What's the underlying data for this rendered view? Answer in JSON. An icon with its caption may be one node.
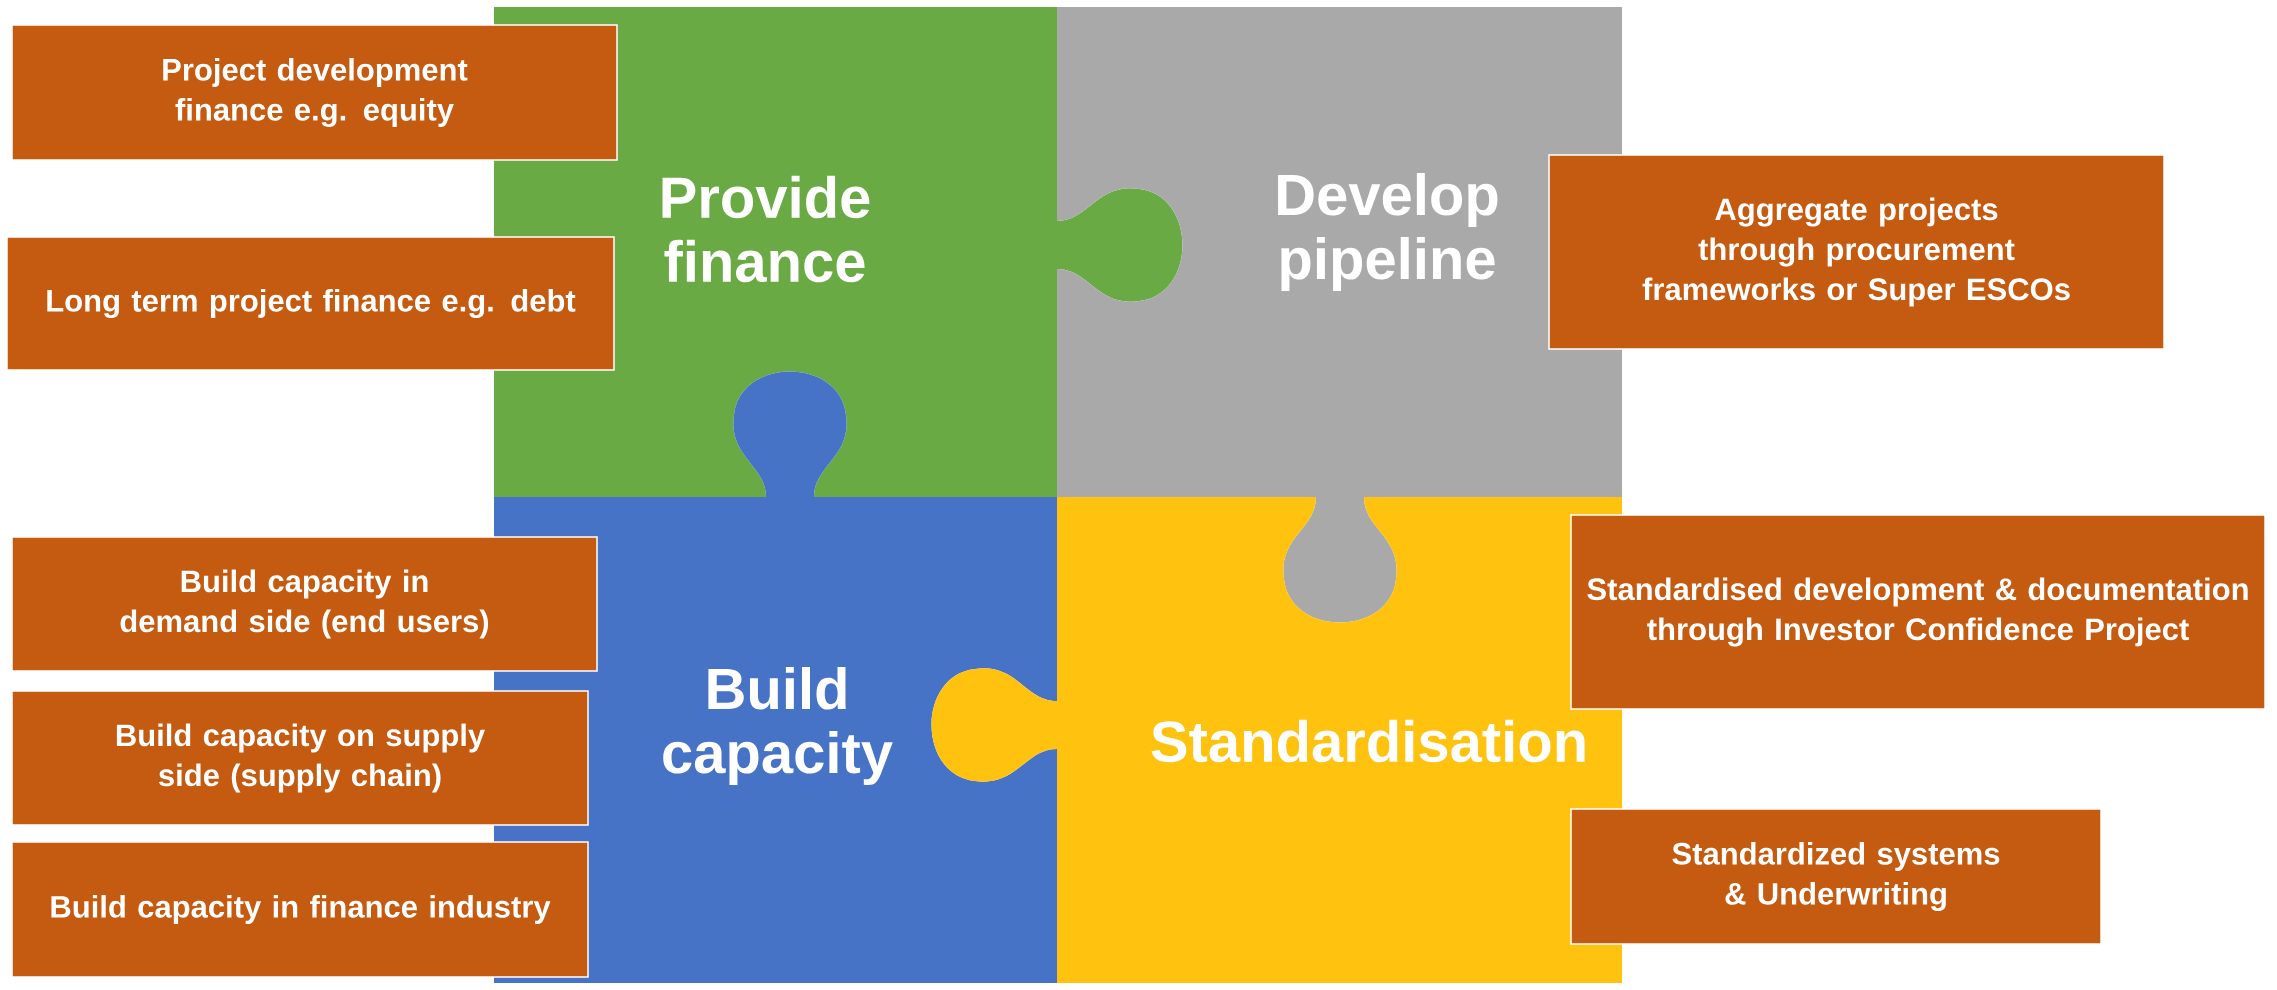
{
  "diagram": {
    "nodes": [
      {
        "text": [
          "Provide finance"
        ]
      },
      {
        "text": [
          "Develop pipeline"
        ]
      },
      {
        "text": [
          "Build capacity"
        ]
      },
      {
        "text": [
          "Standardisation"
        ]
      },
      {
        "text": [
          "Project development finance e.g. equity"
        ]
      },
      {
        "text": [
          "Long term project finance e.g. debt"
        ]
      },
      {
        "text": [
          "Aggregate projects through procurement frameworks or Super ESCOs"
        ]
      },
      {
        "text": [
          "Build capacity in demand side (end users)"
        ]
      },
      {
        "text": [
          "Build capacity on supply side (supply chain)"
        ]
      },
      {
        "text": [
          "Build capacity in finance industry"
        ]
      },
      {
        "text": [
          "Standardised development & documentation through Investor Confidence Project"
        ]
      },
      {
        "text": [
          "Standardized systems & Underwriting"
        ]
      }
    ]
  }
}
